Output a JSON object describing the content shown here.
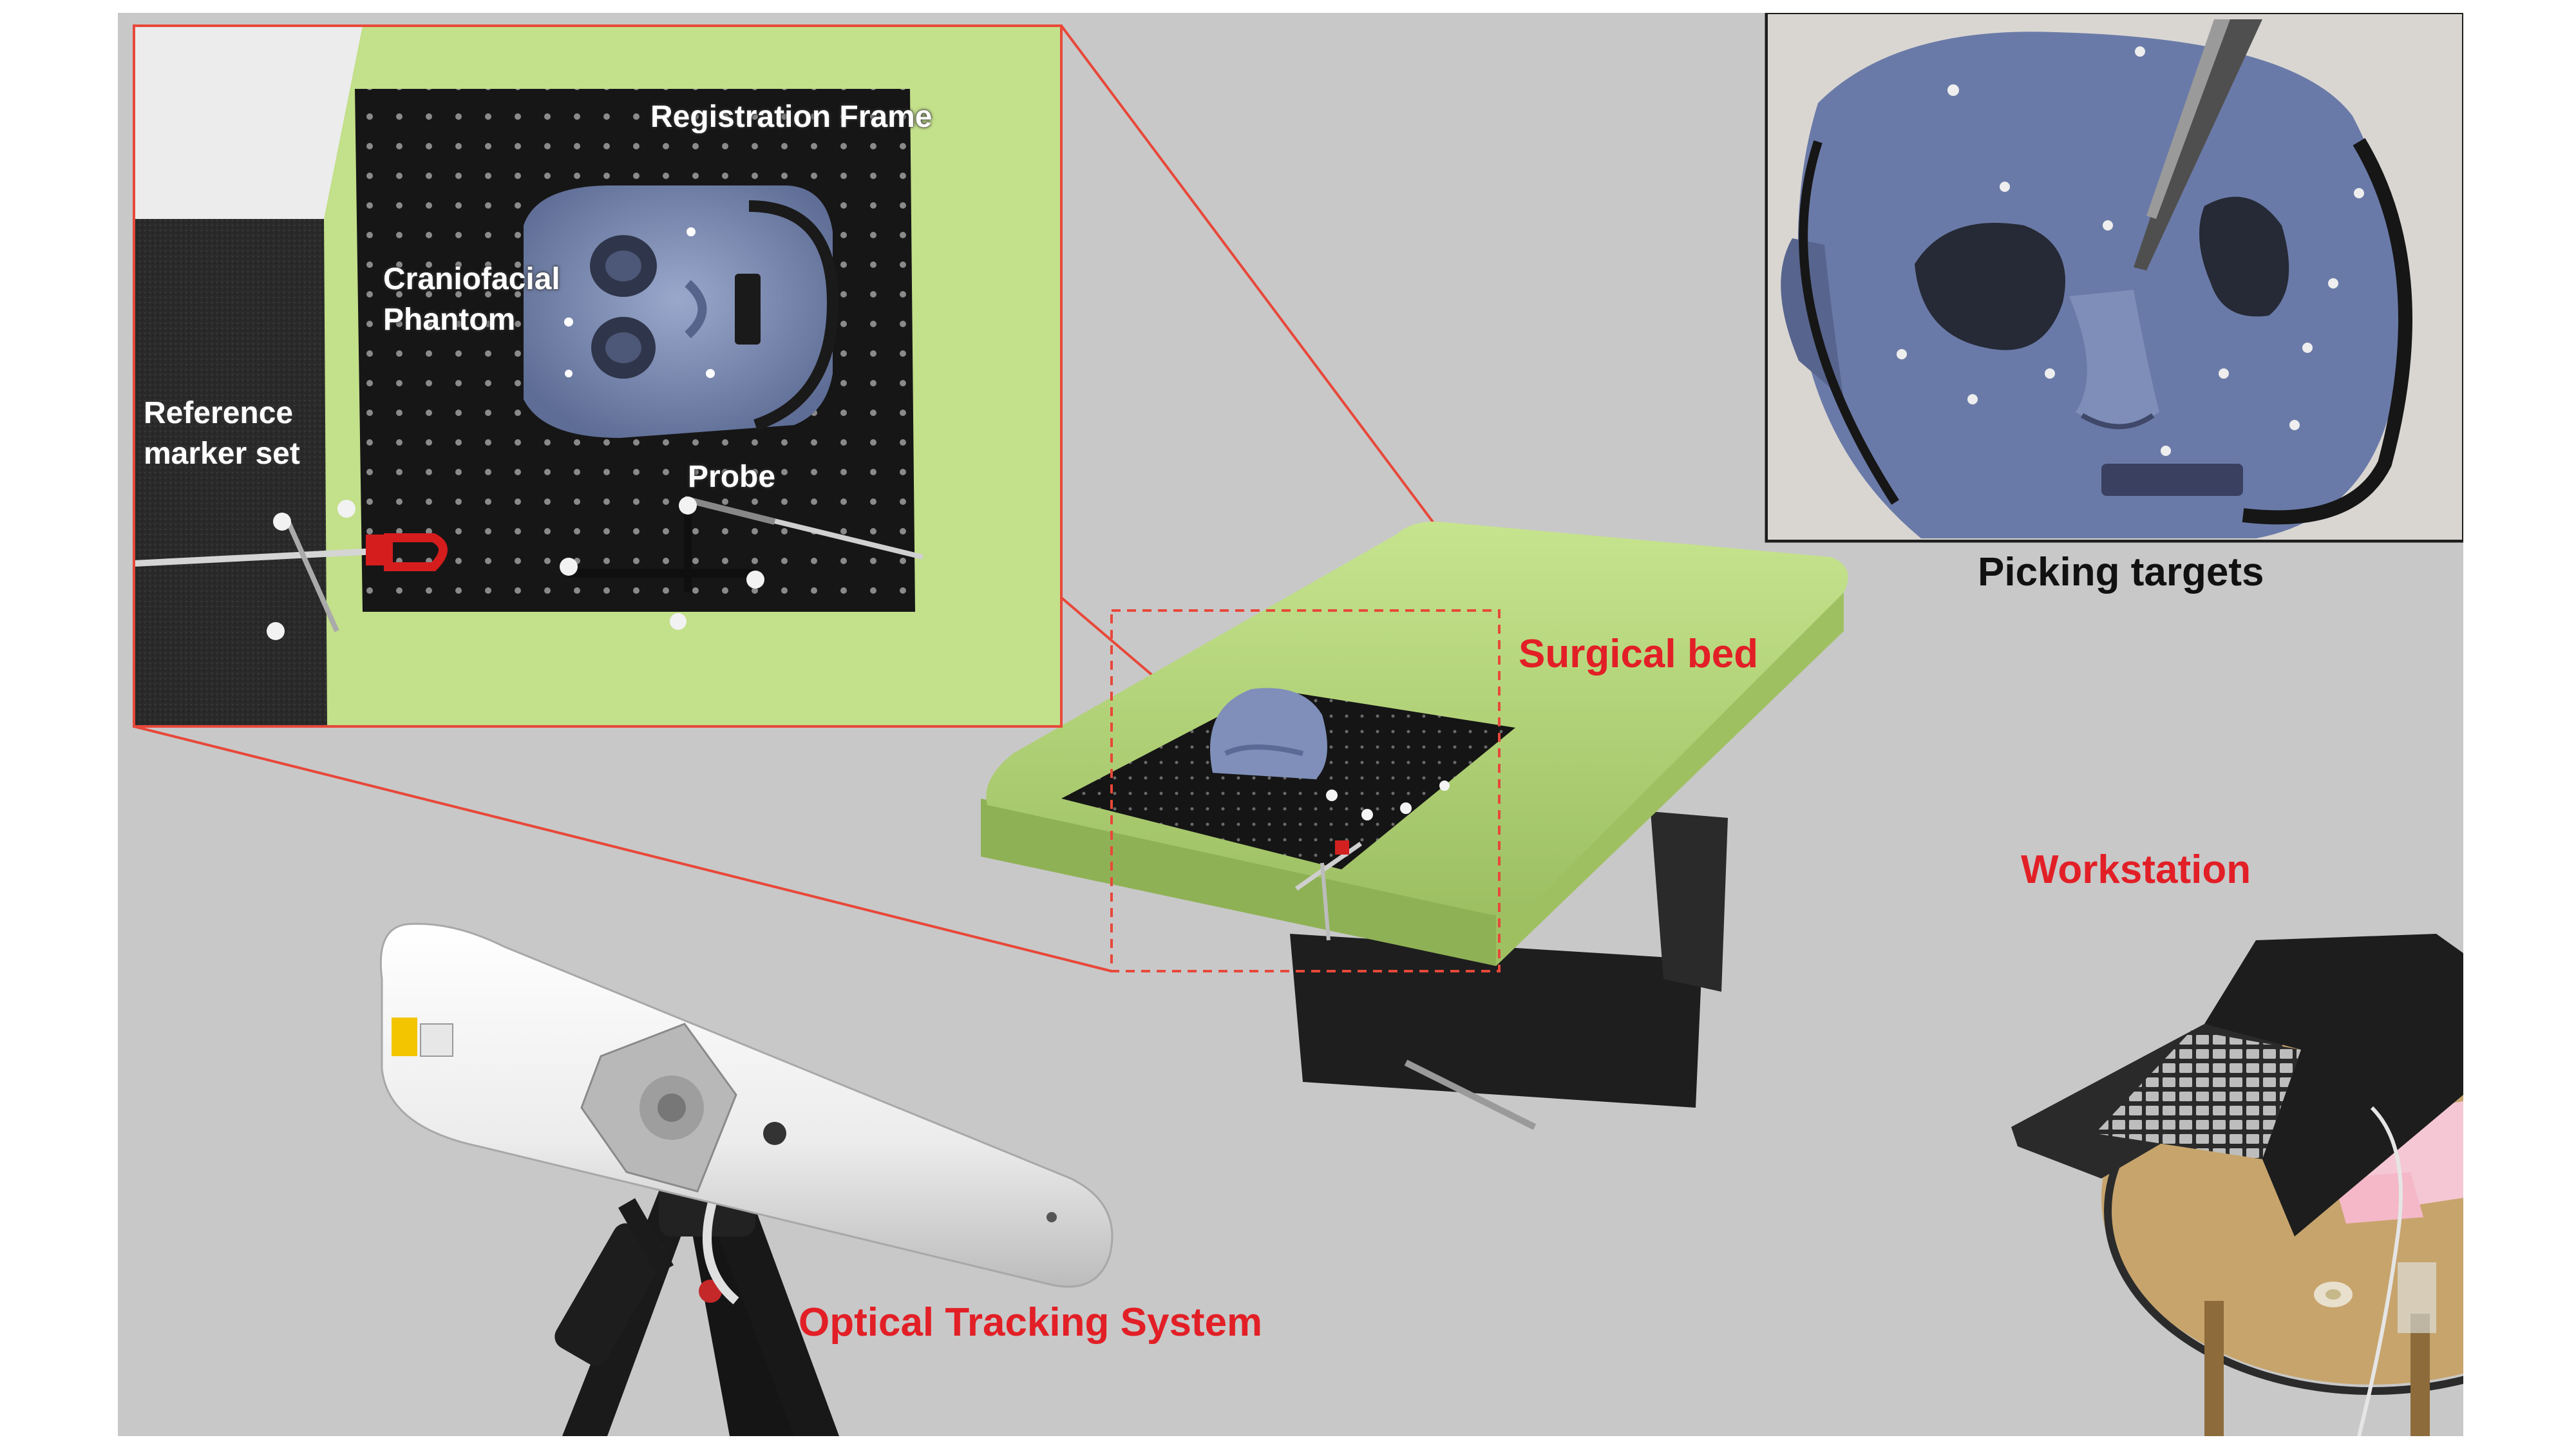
{
  "labels": {
    "registration_frame": "Registration Frame",
    "craniofacial_phantom": "Craniofacial\nPhantom",
    "reference_marker_set": "Reference\nmarker set",
    "probe": "Probe",
    "picking_targets": "Picking targets",
    "surgical_bed": "Surgical bed",
    "workstation": "Workstation",
    "optical_tracking_system": "Optical Tracking System"
  },
  "colors": {
    "background": "#c8c8c8",
    "annotation_red": "#e21f26",
    "bed_green": "#b8d97e",
    "phantom_blue": "#7c8cb5",
    "board_black": "#161616"
  }
}
